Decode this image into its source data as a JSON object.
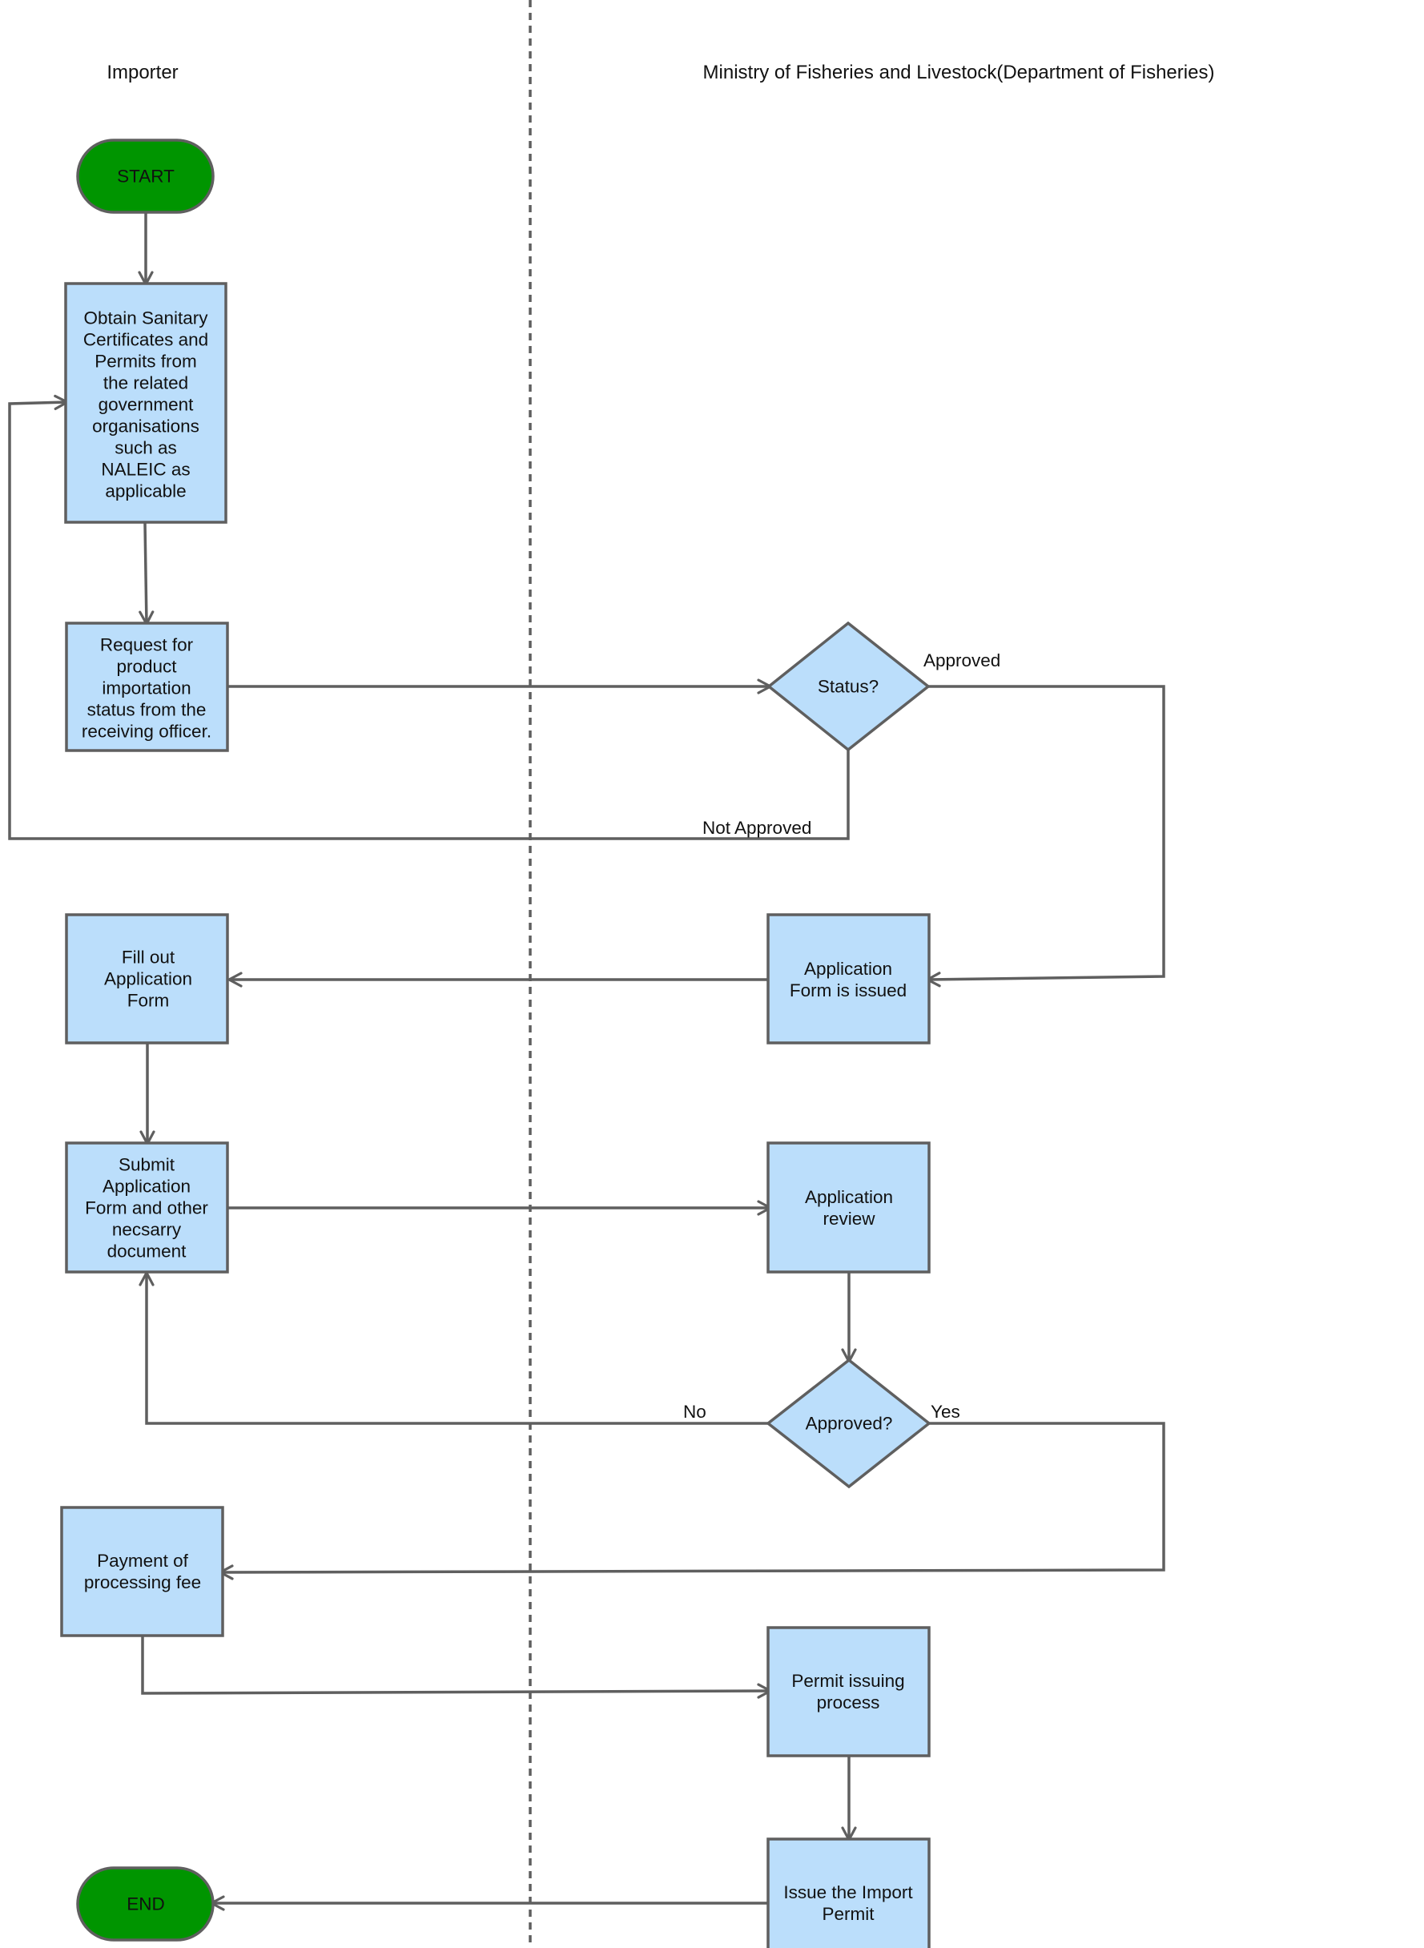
{
  "lanes": {
    "left": "Importer",
    "right": "Ministry of Fisheries and Livestock(Department of Fisheries)"
  },
  "colors": {
    "process_fill": "#bbdefb",
    "terminal_fill": "#009500",
    "stroke": "#5f5f5f",
    "text": "#111111"
  },
  "nodes": {
    "start": {
      "lines": [
        "START"
      ]
    },
    "obtain": {
      "lines": [
        "Obtain Sanitary",
        "Certificates and",
        "Permits from",
        "the related",
        "government",
        "organisations",
        "such as",
        "NALEIC as",
        "applicable"
      ]
    },
    "request": {
      "lines": [
        "Request for",
        "product",
        "importation",
        "status from the",
        "receiving officer."
      ]
    },
    "status": {
      "lines": [
        "Status?"
      ]
    },
    "fill_out": {
      "lines": [
        "Fill out",
        "Application",
        "Form"
      ]
    },
    "form_issued": {
      "lines": [
        "Application",
        "Form is issued"
      ]
    },
    "submit": {
      "lines": [
        "Submit",
        "Application",
        "Form and other",
        "necsarry",
        "document"
      ]
    },
    "review": {
      "lines": [
        "Application",
        "review"
      ]
    },
    "approved": {
      "lines": [
        "Approved?"
      ]
    },
    "payment": {
      "lines": [
        "Payment of",
        "processing fee"
      ]
    },
    "permit_process": {
      "lines": [
        "Permit issuing",
        "process"
      ]
    },
    "issue_permit": {
      "lines": [
        "Issue the Import",
        "Permit"
      ]
    },
    "end": {
      "lines": [
        "END"
      ]
    }
  },
  "edge_labels": {
    "status_approved": "Approved",
    "status_not_approved": "Not Approved",
    "approved_no": "No",
    "approved_yes": "Yes"
  }
}
